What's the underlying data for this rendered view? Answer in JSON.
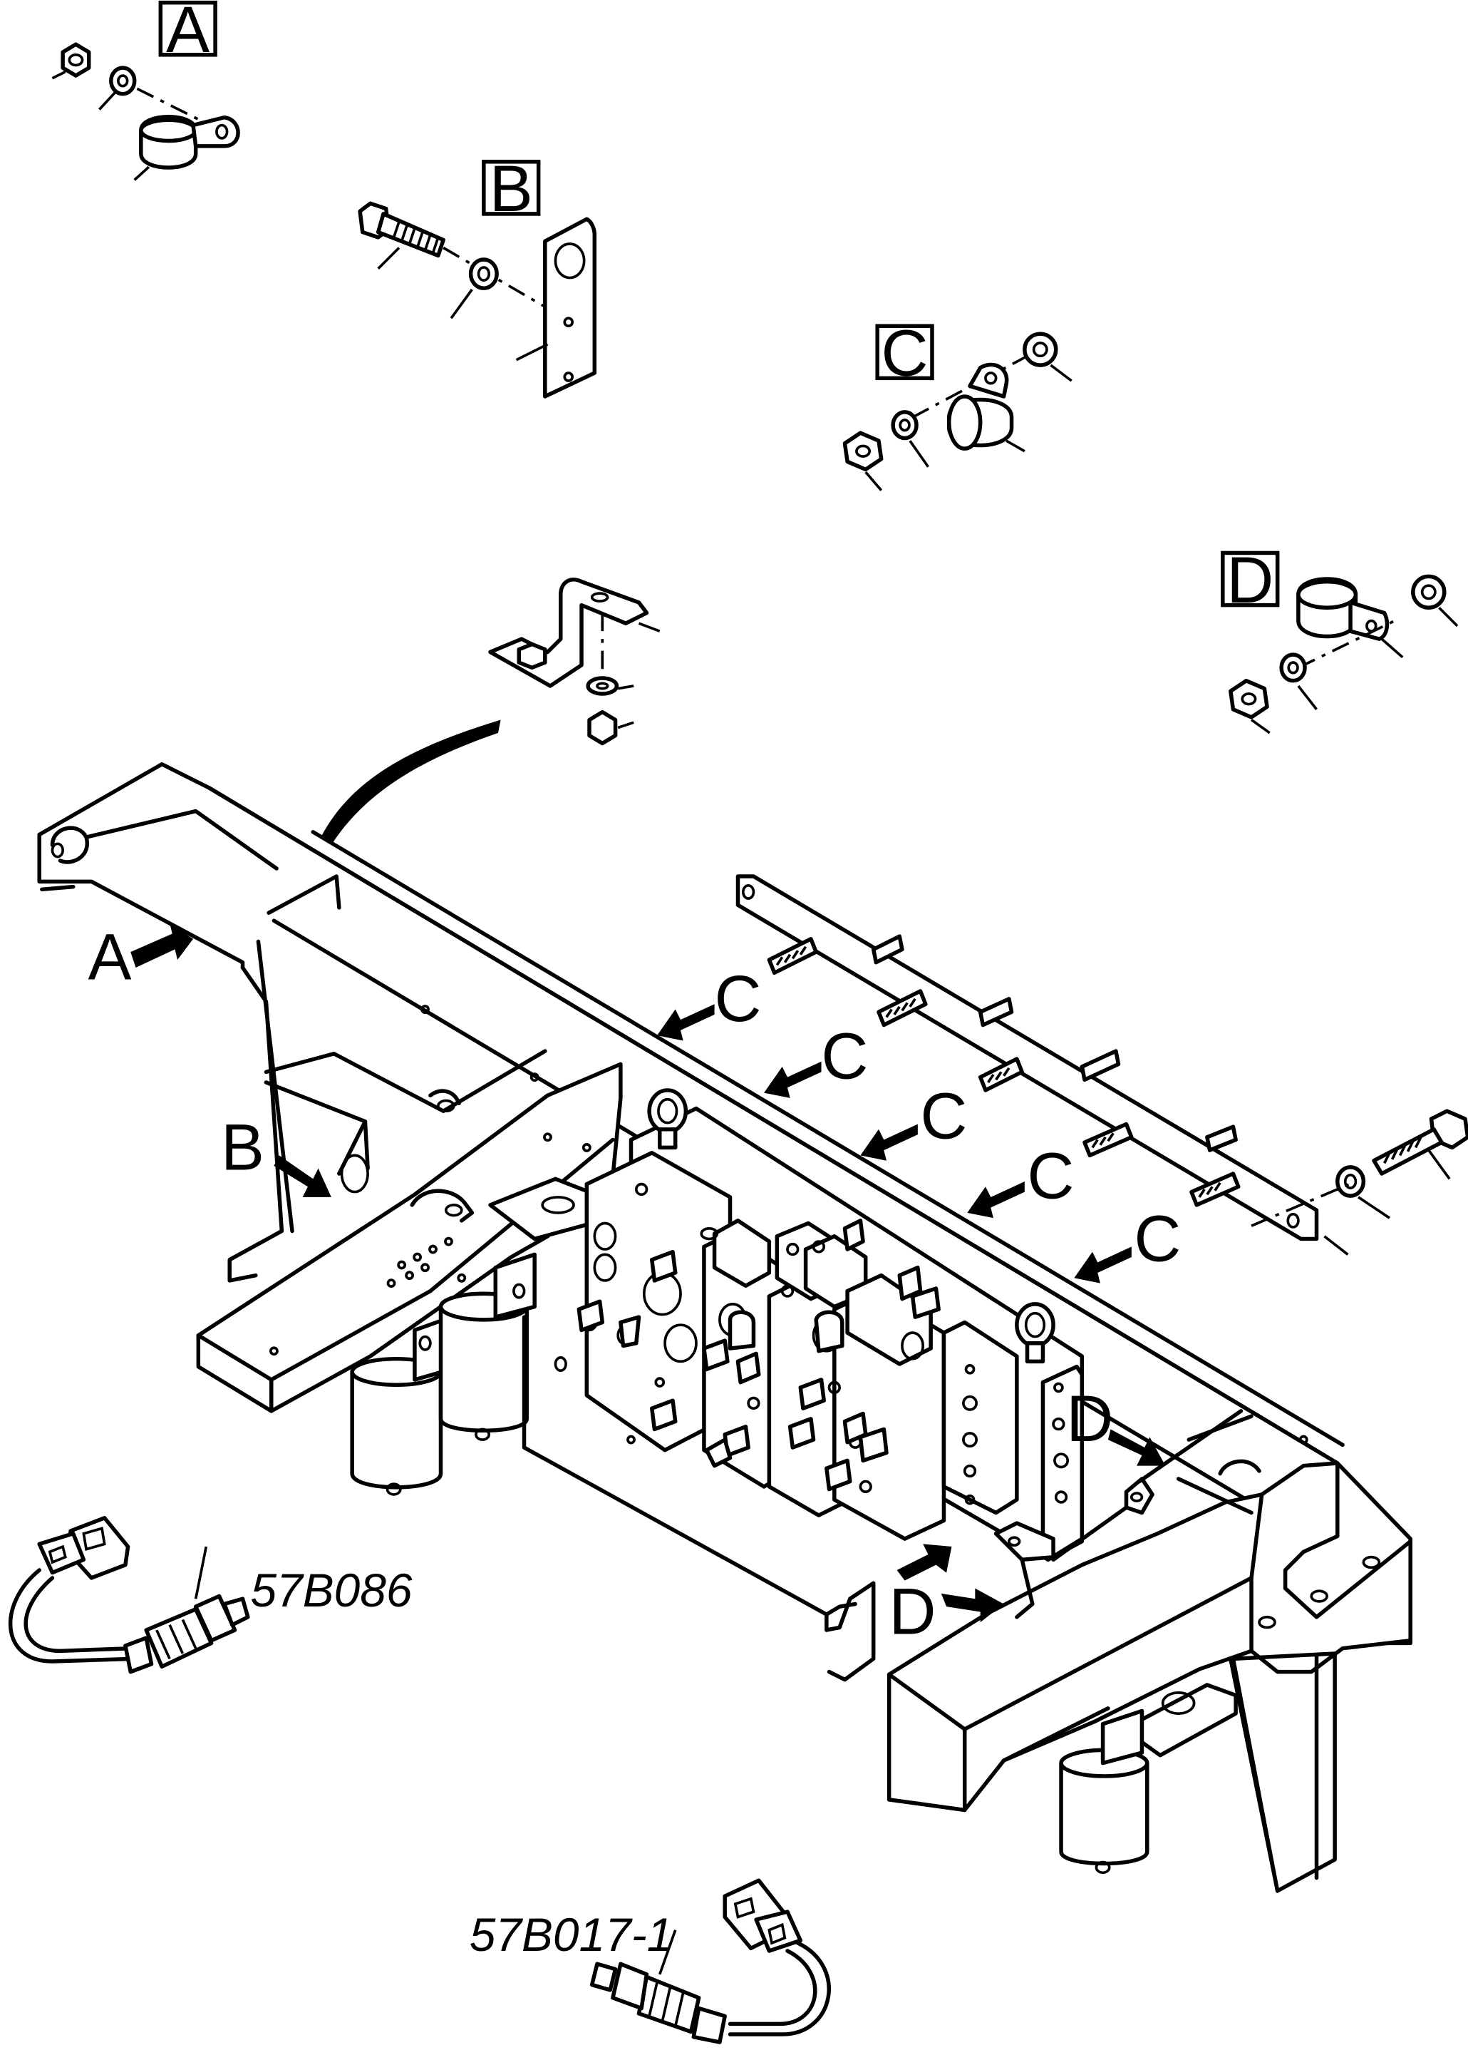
{
  "callouts": {
    "A": "A",
    "B": "B",
    "C": "C",
    "D": "D"
  },
  "arrows": {
    "A": "A",
    "B": "B",
    "C": "C",
    "D": "D"
  },
  "sensors": {
    "upper": "57B086",
    "lower": "57B017-1"
  },
  "icons": [
    "black-arrow-icon",
    "nut-icon",
    "washer-icon",
    "clamp-icon",
    "bolt-icon",
    "eye-bolt-icon",
    "pressure-sensor-icon"
  ]
}
